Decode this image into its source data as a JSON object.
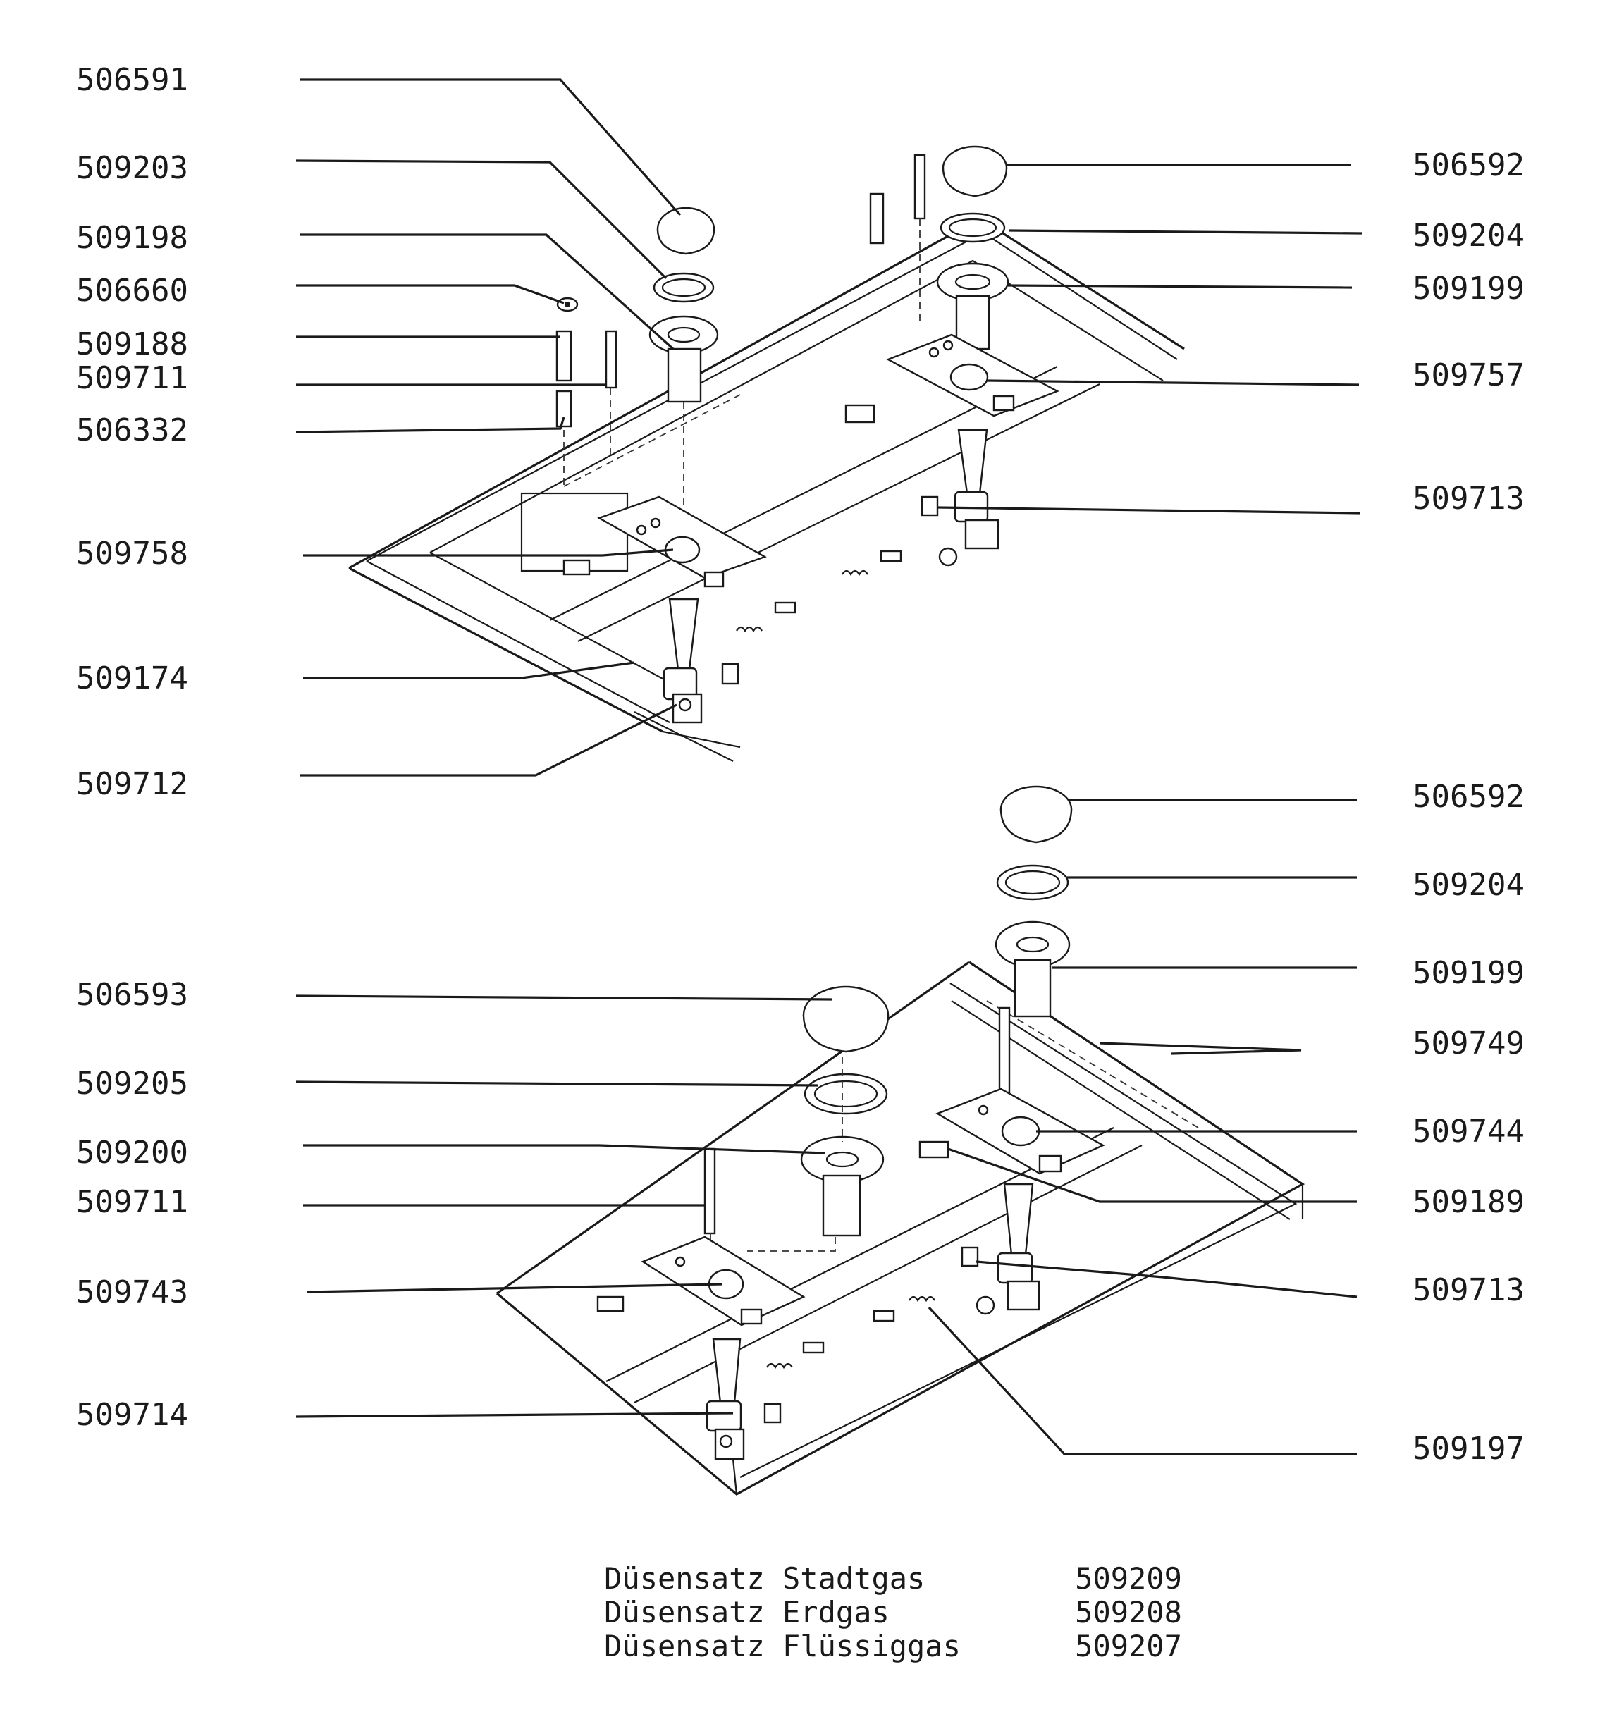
{
  "top_assembly": {
    "left_labels": [
      "506591",
      "509203",
      "509198",
      "506660",
      "509188",
      "509711",
      "506332",
      "509758",
      "509174",
      "509712"
    ],
    "right_labels": [
      "506592",
      "509204",
      "509199",
      "509757",
      "509713"
    ]
  },
  "bottom_assembly": {
    "left_labels": [
      "506593",
      "509205",
      "509200",
      "509711",
      "509743",
      "509714"
    ],
    "right_labels": [
      "506592",
      "509204",
      "509199",
      "509749",
      "509744",
      "509189",
      "509713",
      "509197"
    ]
  },
  "legend": [
    {
      "name": "Düsensatz Stadtgas",
      "code": "509209"
    },
    {
      "name": "Düsensatz Erdgas",
      "code": "509208"
    },
    {
      "name": "Düsensatz Flüssiggas",
      "code": "509207"
    }
  ]
}
